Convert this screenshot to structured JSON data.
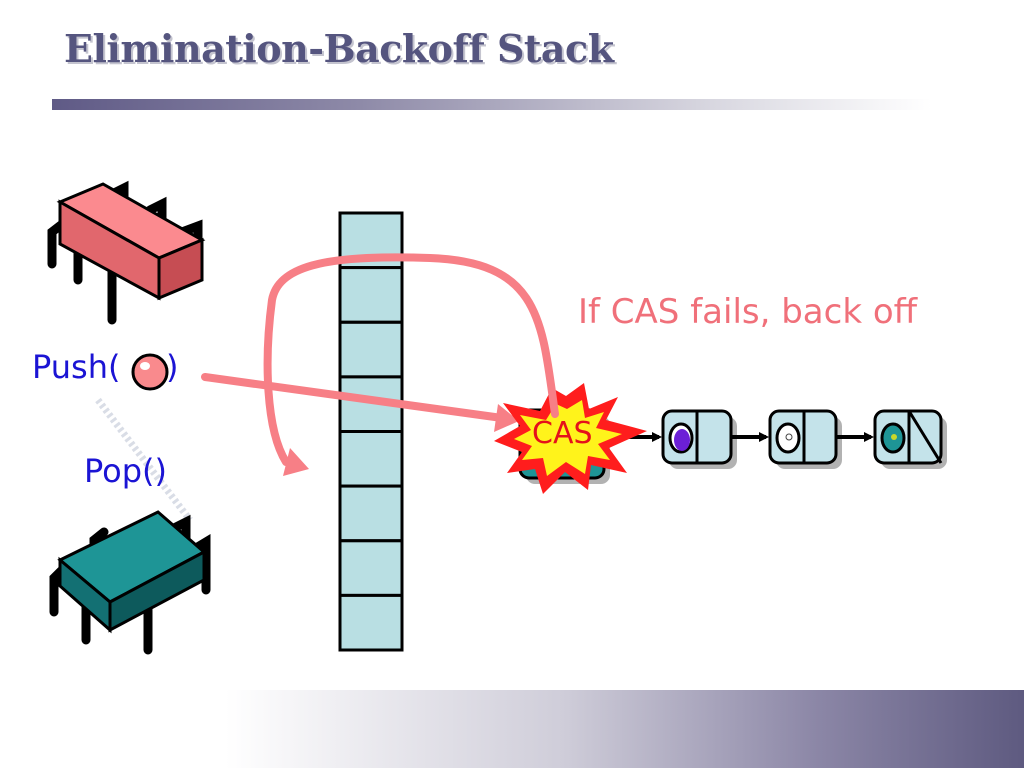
{
  "slide": {
    "title": "Elimination-Backoff Stack"
  },
  "labels": {
    "push": "Push(",
    "push_close": ")",
    "pop": "Pop()",
    "cas": "CAS",
    "backoff": "If CAS fails, back off"
  },
  "elimination_array": {
    "slot_count": 8
  },
  "linked_list": {
    "node_count": 4
  },
  "colors": {
    "title": "#55557f",
    "label_blue": "#1b14d4",
    "backoff_arrow": "#f77f86",
    "array_fill": "#b9dfe3",
    "cas_burst": "#ff1d1d",
    "cas_core": "#fff31b",
    "push_thread": "#f98a8d",
    "pop_thread": "#1e9596"
  },
  "icons": {
    "push_thread": "processor-chip-icon",
    "pop_thread": "processor-chip-icon",
    "item": "ball-icon",
    "cas": "explosion-burst-icon"
  }
}
